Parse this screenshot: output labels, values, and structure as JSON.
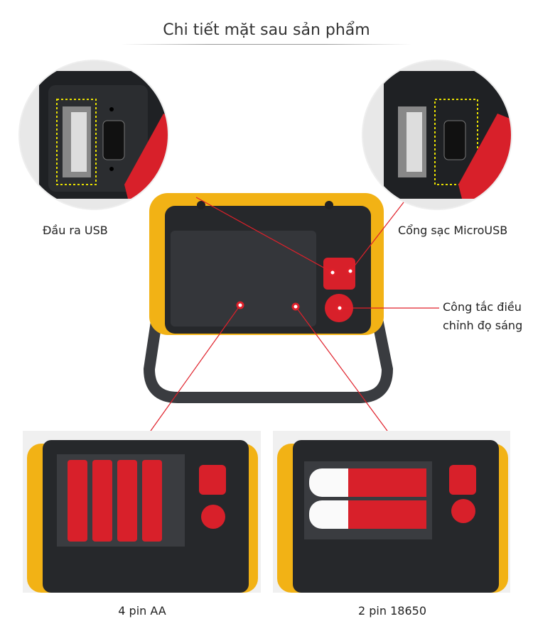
{
  "title": "Chi tiết mặt sau sản phẩm",
  "labels": {
    "usb_output": "Đầu ra USB",
    "micro_usb": "Cổng sạc MicroUSB",
    "switch_line1": "Công tắc điều",
    "switch_line2": "chỉnh đọ sáng"
  },
  "captions": {
    "aa": "4 pin AA",
    "b18650": "2 pin 18650"
  },
  "colors": {
    "accent": "#e0202a",
    "housing": "#f2b215",
    "body": "#2c2e31"
  }
}
